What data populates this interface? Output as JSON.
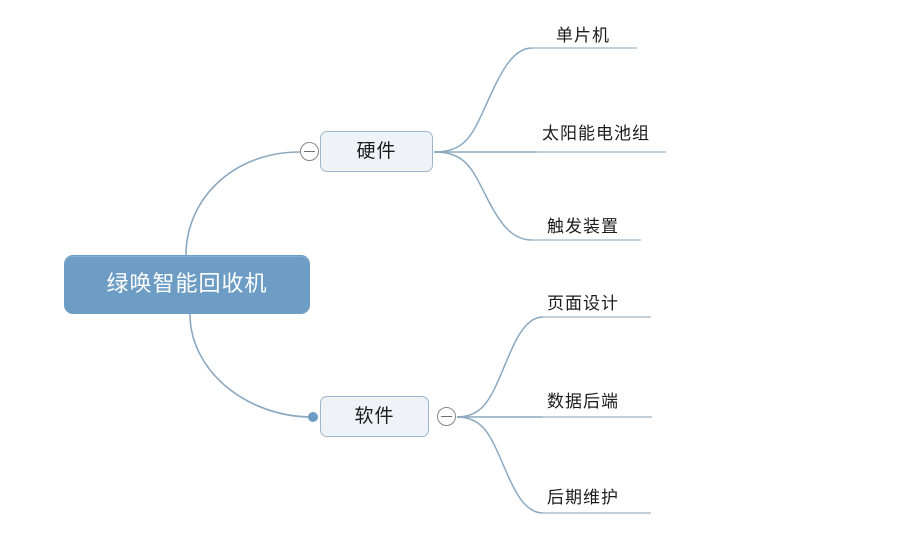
{
  "mindmap": {
    "root": {
      "label": "绿唤智能回收机",
      "color": "#6d9dc5",
      "text_color": "#ffffff"
    },
    "branches": [
      {
        "label": "硬件",
        "toggle": "minus-circle-icon",
        "toggle_side": "left",
        "children": [
          {
            "label": "单片机"
          },
          {
            "label": "太阳能电池组"
          },
          {
            "label": "触发装置"
          }
        ]
      },
      {
        "label": "软件",
        "toggle": "minus-circle-icon",
        "toggle_side": "right",
        "children": [
          {
            "label": "页面设计"
          },
          {
            "label": "数据后端"
          },
          {
            "label": "后期维护"
          }
        ]
      }
    ],
    "theme": {
      "background": "#ffffff",
      "edge_color": "#8aa8c0",
      "branch_fill": "#eff3f8",
      "branch_border": "#9fb6cd",
      "toggle_border": "#868686",
      "leaf_text": "#1c1c1c"
    }
  }
}
